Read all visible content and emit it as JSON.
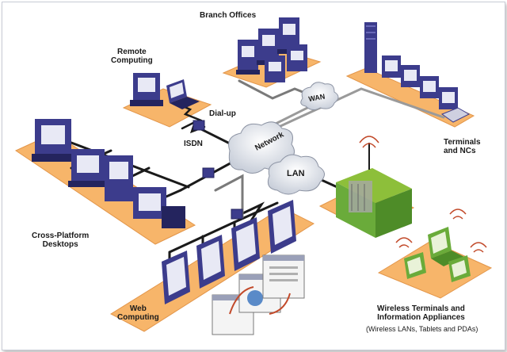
{
  "labels": {
    "branch_offices": "Branch Offices",
    "remote_computing": "Remote\nComputing",
    "dial_up": "Dial-up",
    "isdn": "ISDN",
    "network": "Network",
    "wan": "WAN",
    "lan": "LAN",
    "terminals_ncs": "Terminals\nand NCs",
    "cross_platform": "Cross-Platform\nDesktops",
    "web_computing": "Web\nComputing",
    "wireless": "Wireless Terminals and\nInformation Appliances",
    "wireless_sub": "(Wireless LANs, Tablets and PDAs)"
  },
  "colors": {
    "platform": "#f7b56a",
    "platform_edge": "#e3964a",
    "device": "#3c3c8c",
    "device_dark": "#24245e",
    "screen": "#e8e9f5",
    "cable": "#1a1a1a",
    "cloud": "#eef1f6",
    "server_green": "#6aab3a",
    "wireless_green": "#8dbf3a"
  }
}
